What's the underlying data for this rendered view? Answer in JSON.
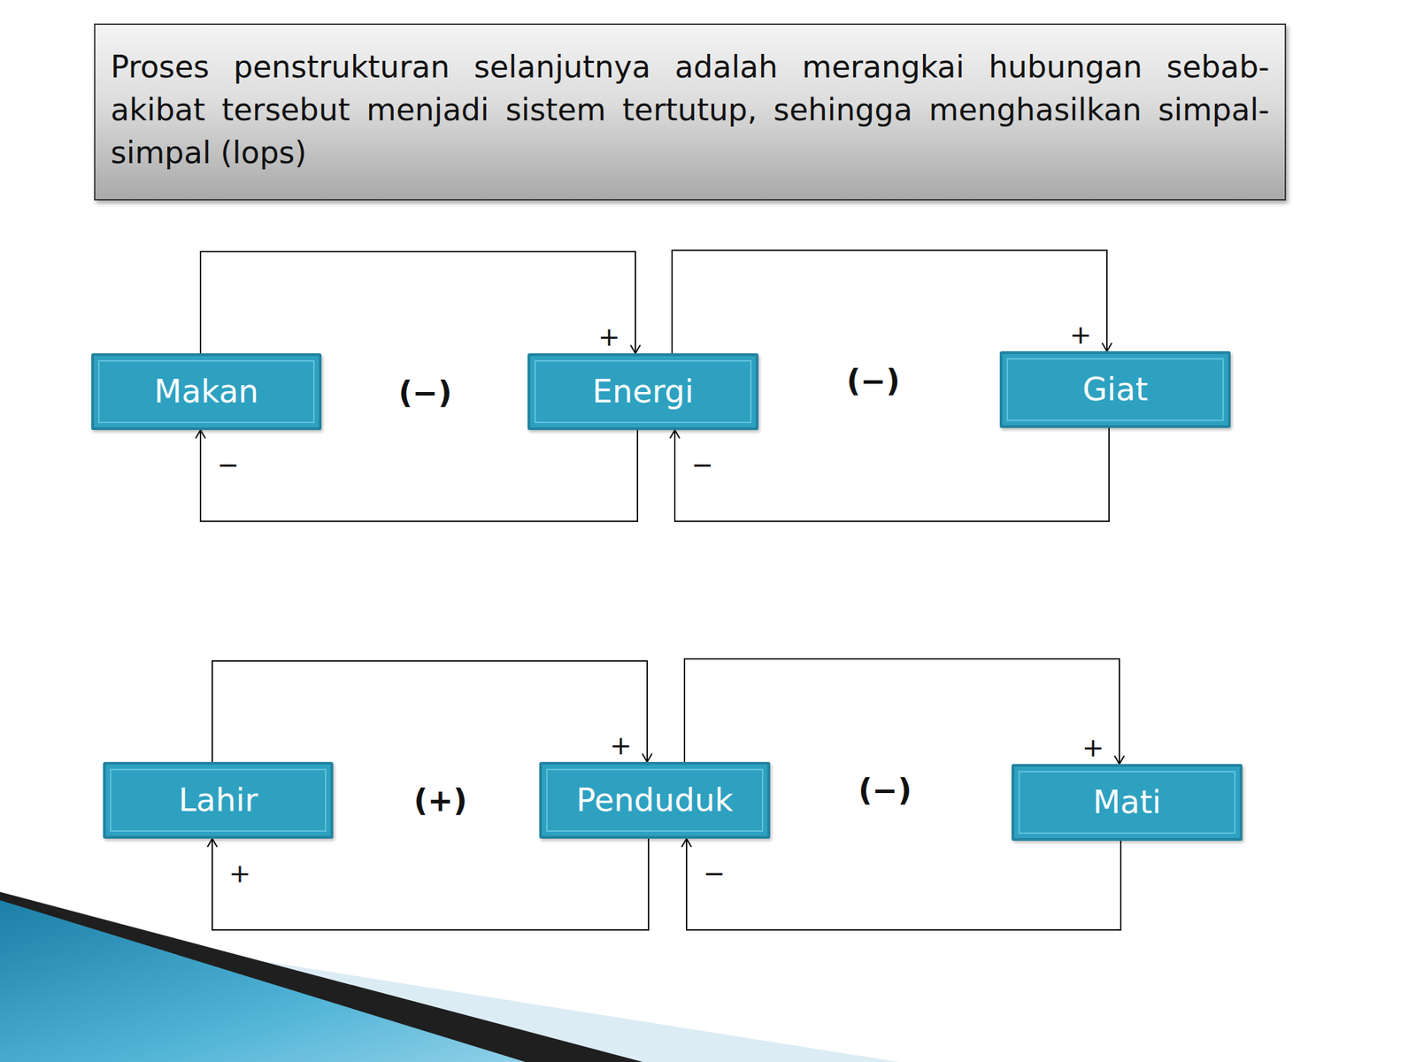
{
  "diagram": {
    "title": "Proses penstrukturan selanjutnya adalah merangkai hubungan sebab-akibat tersebut menjadi sistem tertutup, sehingga menghasilkan simpal-simpal (lops)",
    "nodes": [
      {
        "text": [
          "Makan"
        ]
      },
      {
        "text": [
          "Energi"
        ]
      },
      {
        "text": [
          "Giat"
        ]
      },
      {
        "text": [
          "Lahir"
        ]
      },
      {
        "text": [
          "Penduduk"
        ]
      },
      {
        "text": [
          "Mati"
        ]
      }
    ],
    "edges": [
      {
        "from": 0,
        "to": 1,
        "arrow": "to",
        "label": "+"
      },
      {
        "from": 1,
        "to": 0,
        "arrow": "to",
        "label": "−"
      },
      {
        "from": 1,
        "to": 2,
        "arrow": "to",
        "label": "+"
      },
      {
        "from": 2,
        "to": 1,
        "arrow": "to",
        "label": "−"
      },
      {
        "from": 3,
        "to": 4,
        "arrow": "to",
        "label": "+"
      },
      {
        "from": 4,
        "to": 3,
        "arrow": "to",
        "label": "+"
      },
      {
        "from": 4,
        "to": 5,
        "arrow": "to",
        "label": "+"
      },
      {
        "from": 5,
        "to": 4,
        "arrow": "to",
        "label": "−"
      }
    ],
    "labels": [
      "(−)",
      "(−)",
      "(+)",
      "(−)"
    ]
  }
}
